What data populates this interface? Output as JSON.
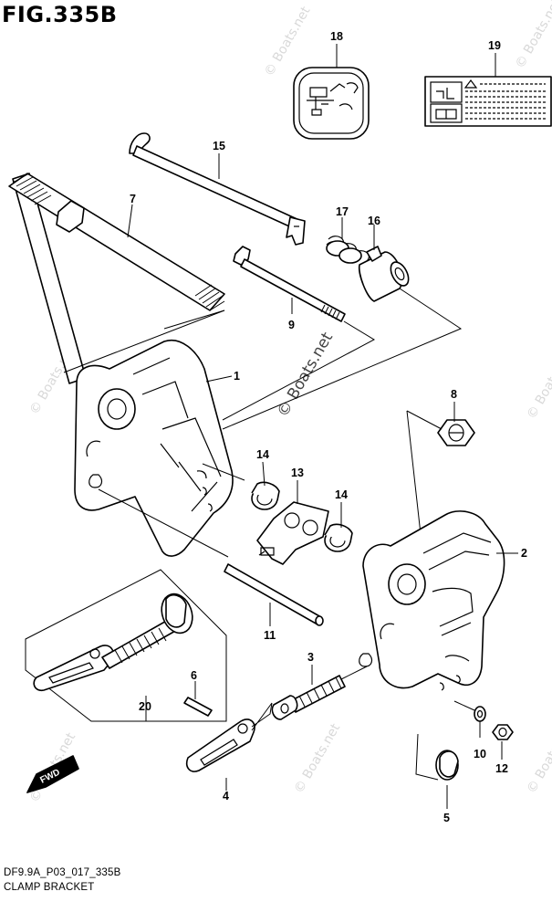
{
  "figure": {
    "title": "FIG.335B",
    "model_code": "DF9.9A_P03_017_335B",
    "caption": "CLAMP BRACKET"
  },
  "watermark": {
    "main_text": "© Boats.net",
    "faint_text": "© Boats.net"
  },
  "parts": [
    {
      "ref": "1",
      "part": "clamp-bracket-left"
    },
    {
      "ref": "2",
      "part": "clamp-bracket-right"
    },
    {
      "ref": "3",
      "part": "clamp-screw"
    },
    {
      "ref": "4",
      "part": "clamp-screw-handle"
    },
    {
      "ref": "5",
      "part": "clamp-screw-plate"
    },
    {
      "ref": "6",
      "part": "pin"
    },
    {
      "ref": "7",
      "part": "thrust-rod-bolt"
    },
    {
      "ref": "8",
      "part": "nut"
    },
    {
      "ref": "9",
      "part": "bolt"
    },
    {
      "ref": "10",
      "part": "washer"
    },
    {
      "ref": "11",
      "part": "pin-rod"
    },
    {
      "ref": "12",
      "part": "nut"
    },
    {
      "ref": "13",
      "part": "plate"
    },
    {
      "ref": "14",
      "part": "bushing"
    },
    {
      "ref": "15",
      "part": "tilt-rod"
    },
    {
      "ref": "16",
      "part": "collar"
    },
    {
      "ref": "17",
      "part": "spring"
    },
    {
      "ref": "18",
      "part": "decal"
    },
    {
      "ref": "19",
      "part": "caution-label"
    },
    {
      "ref": "20",
      "part": "clamp-screw-assembly"
    }
  ],
  "badge": {
    "label": "FWD"
  }
}
